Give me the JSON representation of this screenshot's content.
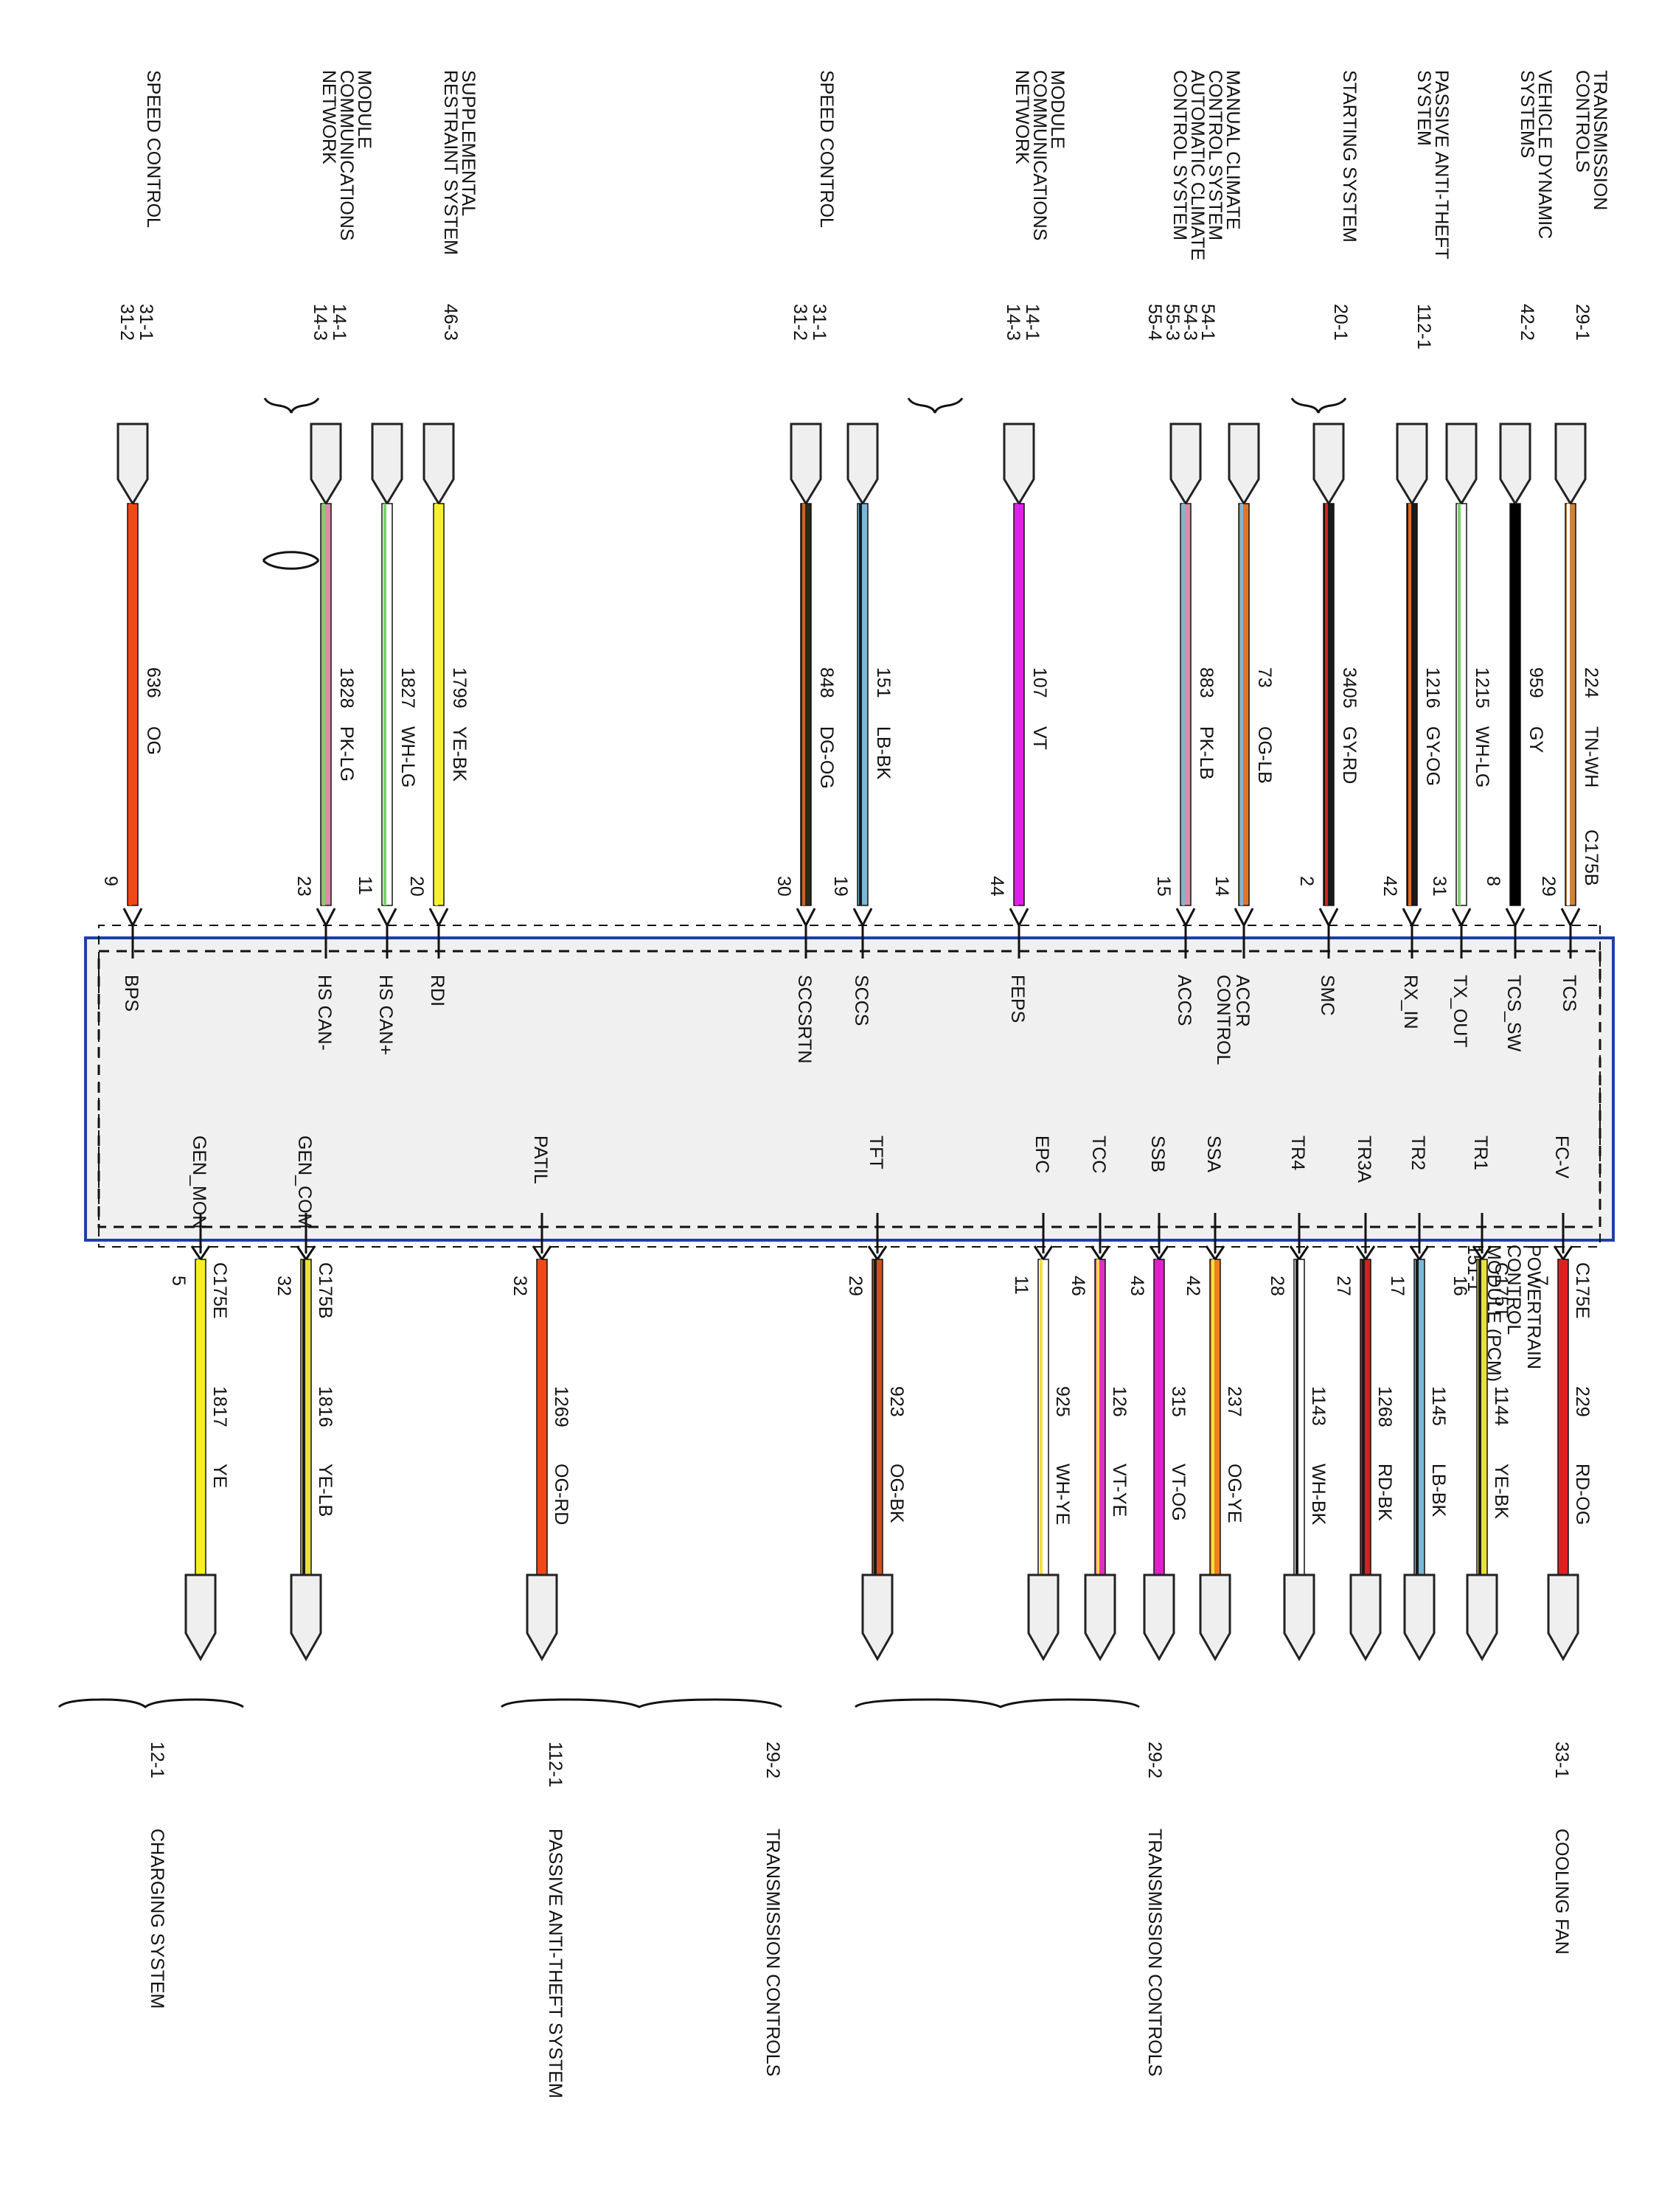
{
  "module": {
    "name_lines": [
      "POWERTRAIN",
      "CONTROL",
      "MODULE (PCM)",
      "151-1"
    ]
  },
  "left_circuits": [
    {
      "ref": "29-1",
      "system_lines": [
        "TRANSMISSION",
        "CONTROLS"
      ],
      "circuit": "224",
      "color_code": "TN-WH",
      "pin": "29",
      "connector": "C175B",
      "signal": "TCS",
      "colors": [
        "#c8843c",
        "#ffffff"
      ]
    },
    {
      "ref": "42-2",
      "system_lines": [
        "VEHICLE DYNAMIC",
        "SYSTEMS"
      ],
      "circuit": "959",
      "color_code": "GY",
      "pin": "8",
      "connector": "",
      "signal": "TCS_SW",
      "colors": [
        "#000000",
        "#000000"
      ]
    },
    {
      "ref": "",
      "system_lines": [],
      "circuit": "1215",
      "color_code": "WH-LG",
      "pin": "31",
      "connector": "",
      "signal": "TX_OUT",
      "colors": [
        "#ffffff",
        "#7ccf6e"
      ]
    },
    {
      "ref": "112-1",
      "system_lines": [
        "PASSIVE ANTI-THEFT",
        "SYSTEM"
      ],
      "circuit": "1216",
      "color_code": "GY-OG",
      "pin": "42",
      "connector": "",
      "signal": "RX_IN",
      "colors": [
        "#1a1a1a",
        "#f06a1a"
      ]
    },
    {
      "ref": "20-1",
      "system_lines": [
        "STARTING SYSTEM"
      ],
      "circuit": "3405",
      "color_code": "GY-RD",
      "pin": "2",
      "connector": "",
      "signal": "SMC",
      "colors": [
        "#1a1a1a",
        "#d42020"
      ]
    },
    {
      "ref": "",
      "system_lines": [],
      "circuit": "73",
      "color_code": "OG-LB",
      "pin": "14",
      "connector": "",
      "signal": "ACCR CONTROL",
      "colors": [
        "#e0742a",
        "#7ab8d8"
      ]
    },
    {
      "ref": "54-1 54-3 55-3 55-4",
      "system_lines": [
        "MANUAL CLIMATE",
        "CONTROL SYSTEM",
        "AUTOMATIC CLIMATE",
        "CONTROL SYSTEM"
      ],
      "circuit": "883",
      "color_code": "PK-LB",
      "pin": "15",
      "connector": "",
      "signal": "ACCS",
      "colors": [
        "#e08aa8",
        "#7ab8d8"
      ]
    },
    {
      "ref": "14-1 14-3",
      "system_lines": [
        "MODULE",
        "COMMUNICATIONS",
        "NETWORK"
      ],
      "circuit": "107",
      "color_code": "VT",
      "pin": "44",
      "connector": "",
      "signal": "FEPS",
      "colors": [
        "#e020e8",
        "#e020e8"
      ]
    },
    {
      "ref": "",
      "system_lines": [],
      "circuit": "151",
      "color_code": "LB-BK",
      "pin": "19",
      "connector": "",
      "signal": "SCCS",
      "colors": [
        "#7ab8d8",
        "#1a1a1a"
      ]
    },
    {
      "ref": "31-1 31-2",
      "system_lines": [
        "SPEED CONTROL"
      ],
      "circuit": "848",
      "color_code": "DG-OG",
      "pin": "30",
      "connector": "",
      "signal": "SCCSRTN",
      "colors": [
        "#2a2a1a",
        "#d0602a"
      ]
    },
    {
      "ref": "46-3",
      "system_lines": [
        "SUPPLEMENTAL",
        "RESTRAINT SYSTEM"
      ],
      "circuit": "1799",
      "color_code": "YE-BK",
      "pin": "20",
      "connector": "",
      "signal": "RDI",
      "colors": [
        "#f6f030",
        "#f6f030"
      ]
    },
    {
      "ref": "",
      "system_lines": [],
      "circuit": "1827",
      "color_code": "WH-LG",
      "pin": "11",
      "connector": "",
      "signal": "HS CAN+",
      "colors": [
        "#ffffff",
        "#7ccf6e"
      ]
    },
    {
      "ref": "14-1 14-3",
      "system_lines": [
        "MODULE",
        "COMMUNICATIONS",
        "NETWORK"
      ],
      "circuit": "1828",
      "color_code": "PK-LG",
      "pin": "23",
      "connector": "",
      "signal": "HS CAN-",
      "colors": [
        "#e08aa8",
        "#7ccf6e"
      ]
    },
    {
      "ref": "31-1 31-2",
      "system_lines": [
        "SPEED CONTROL"
      ],
      "circuit": "636",
      "color_code": "OG",
      "pin": "9",
      "connector": "",
      "signal": "BPS",
      "colors": [
        "#f04818",
        "#f04818"
      ]
    }
  ],
  "right_circuits": [
    {
      "signal": "FC-V",
      "pin": "7",
      "connector": "C175E",
      "circuit": "229",
      "color_code": "RD-OG",
      "colors": [
        "#e02020",
        "#e02020"
      ]
    },
    {
      "signal": "TR1",
      "pin": "16",
      "connector": "C175T",
      "circuit": "1144",
      "color_code": "YE-BK",
      "colors": [
        "#e8e040",
        "#1a1a1a"
      ]
    },
    {
      "signal": "TR2",
      "pin": "17",
      "connector": "",
      "circuit": "1145",
      "color_code": "LB-BK",
      "colors": [
        "#7ab8d8",
        "#1a1a1a"
      ]
    },
    {
      "signal": "TR3A",
      "pin": "27",
      "connector": "",
      "circuit": "1268",
      "color_code": "RD-BK",
      "colors": [
        "#d42020",
        "#1a1a1a"
      ]
    },
    {
      "signal": "TR4",
      "pin": "28",
      "connector": "",
      "circuit": "1143",
      "color_code": "WH-BK",
      "colors": [
        "#ffffff",
        "#1a1a1a"
      ]
    },
    {
      "signal": "SSA",
      "pin": "42",
      "connector": "",
      "circuit": "237",
      "color_code": "OG-YE",
      "colors": [
        "#f08020",
        "#f0e040"
      ]
    },
    {
      "signal": "SSB",
      "pin": "43",
      "connector": "",
      "circuit": "315",
      "color_code": "VT-OG",
      "colors": [
        "#e020c8",
        "#e020c8"
      ]
    },
    {
      "signal": "TCC",
      "pin": "46",
      "connector": "",
      "circuit": "126",
      "color_code": "VT-YE",
      "colors": [
        "#e030c0",
        "#f0e040"
      ]
    },
    {
      "signal": "EPC",
      "pin": "11",
      "connector": "",
      "circuit": "925",
      "color_code": "WH-YE",
      "colors": [
        "#ffffff",
        "#f0e040"
      ]
    },
    {
      "signal": "TFT",
      "pin": "29",
      "connector": "",
      "circuit": "923",
      "color_code": "OG-BK",
      "colors": [
        "#d0501a",
        "#1a1a1a"
      ]
    },
    {
      "signal": "PATIL",
      "pin": "32",
      "connector": "",
      "circuit": "1269",
      "color_code": "OG-RD",
      "colors": [
        "#f04818",
        "#f04818"
      ]
    },
    {
      "signal": "GEN_COM",
      "pin": "32",
      "connector": "C175B",
      "circuit": "1816",
      "color_code": "YE-LB",
      "colors": [
        "#e8e040",
        "#1a1a1a"
      ]
    },
    {
      "signal": "GEN_MON",
      "pin": "5",
      "connector": "C175E",
      "circuit": "1817",
      "color_code": "YE",
      "colors": [
        "#f6f020",
        "#f6f020"
      ]
    }
  ],
  "right_groups": [
    {
      "ref": "33-1",
      "system": "COOLING FAN"
    },
    {
      "ref": "29-2",
      "system": "TRANSMISSION CONTROLS"
    },
    {
      "ref": "29-2",
      "system": "TRANSMISSION CONTROLS"
    },
    {
      "ref": "112-1",
      "system": "PASSIVE ANTI-THEFT SYSTEM"
    },
    {
      "ref": "12-1",
      "system": "CHARGING SYSTEM"
    }
  ],
  "colors": {
    "module_border": "#1f3fa8",
    "module_fill": "#f0f0f0",
    "connector_fill": "#efefef"
  }
}
